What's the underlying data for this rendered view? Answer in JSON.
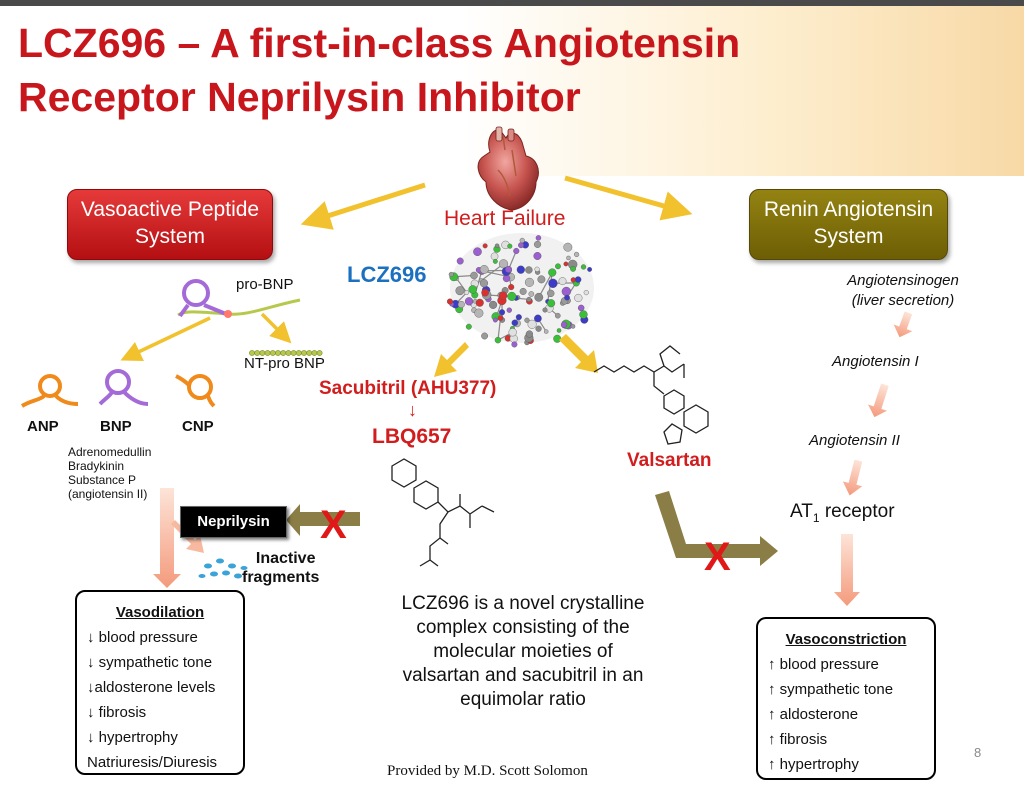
{
  "slide": {
    "title_line1": "LCZ696 – A first-in-class Angiotensin",
    "title_line2": "Receptor Neprilysin Inhibitor",
    "page_number": "8",
    "credit": "Provided by M.D. Scott Solomon"
  },
  "center": {
    "heart_failure": "Heart Failure",
    "lcz696": "LCZ696",
    "sacubitril": "Sacubitril (AHU377)",
    "conversion_arrow": "↓",
    "lbq657": "LBQ657",
    "valsartan": "Valsartan",
    "description_lines": [
      "LCZ696 is a novel crystalline",
      "complex consisting of the",
      "molecular moieties of",
      "valsartan and sacubitril in an",
      "equimolar ratio"
    ],
    "block_mark": "X"
  },
  "left": {
    "system_line1": "Vasoactive Peptide",
    "system_line2": "System",
    "pro_bnp": "pro-BNP",
    "nt_pro_bnp": "NT-pro BNP",
    "peptides": [
      "ANP",
      "BNP",
      "CNP"
    ],
    "other_peptides": [
      "Adrenomedullin",
      "Bradykinin",
      "Substance P",
      "(angiotensin II)"
    ],
    "neprilysin": "Neprilysin",
    "inactive_line1": "Inactive",
    "inactive_line2": "fragments",
    "outcome_title": "Vasodilation",
    "outcomes": [
      "↓ blood pressure",
      "↓ sympathetic tone",
      "↓aldosterone levels",
      "↓ fibrosis",
      "↓ hypertrophy",
      "Natriuresis/Diuresis"
    ]
  },
  "right": {
    "system_line1": "Renin Angiotensin",
    "system_line2": "System",
    "angiotensinogen": "Angiotensinogen",
    "liver_secretion": "(liver secretion)",
    "angiotensin1": "Angiotensin I",
    "angiotensin2": "Angiotensin II",
    "at1_prefix": "AT",
    "at1_sub": "1",
    "at1_suffix": " receptor",
    "outcome_title": "Vasoconstriction",
    "outcomes": [
      "↑ blood pressure",
      "↑ sympathetic tone",
      "↑ aldosterone",
      "↑ fibrosis",
      "↑ hypertrophy"
    ]
  },
  "colors": {
    "title_red": "#c8161d",
    "vaso_box": "#c8161d",
    "renin_box": "#7d6d0a",
    "lcz_blue": "#1c70c0",
    "yellow_arrow": "#f2c12e",
    "olive_arrow": "#8a7d45",
    "peach_arrow": "#f7b9a0"
  }
}
